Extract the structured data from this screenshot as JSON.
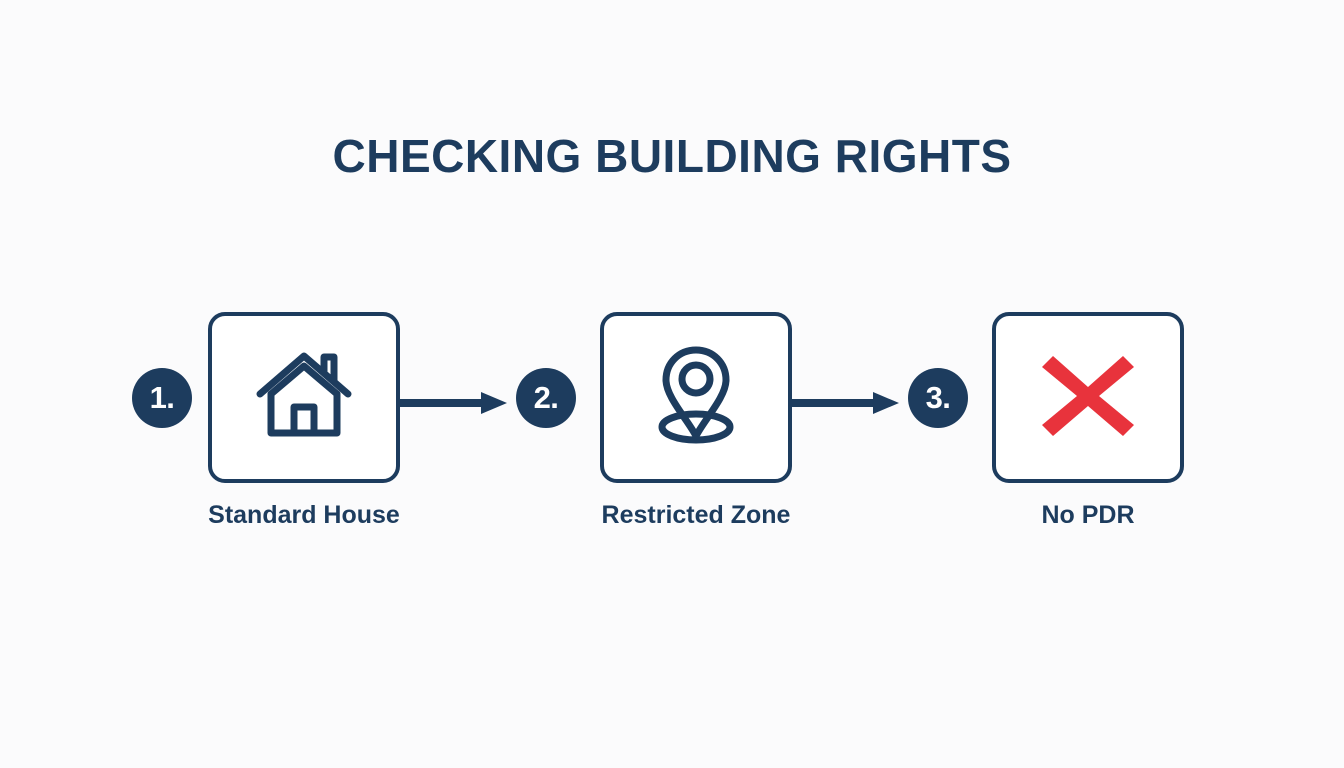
{
  "page": {
    "title": "CHECKING BUILDING RIGHTS",
    "background_color": "#fbfbfc",
    "accent_navy": "#1d3c5e",
    "accent_red": "#e8333c"
  },
  "flow": {
    "steps": [
      {
        "number": "1.",
        "label": "Standard House",
        "icon": "house-icon",
        "icon_color": "#1d3c5e"
      },
      {
        "number": "2.",
        "label": "Restricted Zone",
        "icon": "map-pin-icon",
        "icon_color": "#1d3c5e"
      },
      {
        "number": "3.",
        "label": "No PDR",
        "icon": "red-cross-icon",
        "icon_color": "#e8333c"
      }
    ],
    "connectors": [
      {
        "name": "arrow-right-icon",
        "from": "step-1",
        "to": "step-2"
      },
      {
        "name": "arrow-right-icon",
        "from": "step-2",
        "to": "step-3"
      }
    ]
  }
}
